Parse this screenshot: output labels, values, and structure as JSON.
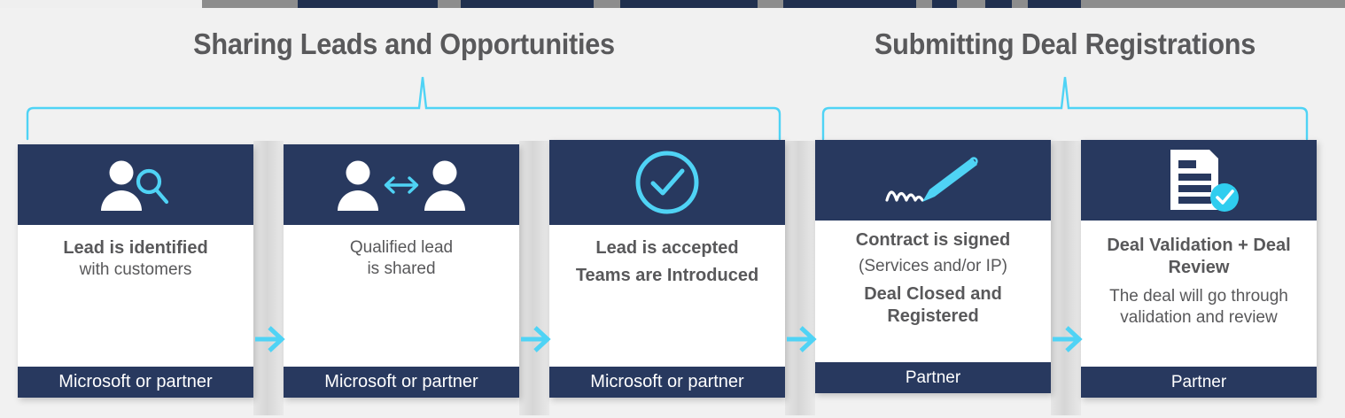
{
  "palette": {
    "navy": "#28395f",
    "cyan": "#4fd3f5",
    "title_gray": "#59595b",
    "text_gray": "#58585a",
    "card_bg": "#ffffff",
    "page_bg": "#f1f1f1"
  },
  "groups": [
    {
      "id": "sharing",
      "title": "Sharing Leads and Opportunities"
    },
    {
      "id": "submitting",
      "title": "Submitting Deal Registrations"
    }
  ],
  "cards": [
    {
      "id": "lead-identified",
      "icon": "person-search-icon",
      "lines": [
        {
          "text": "Lead is identified",
          "weight": "strong"
        },
        {
          "text": "with customers",
          "weight": "light"
        }
      ],
      "footer": "Microsoft or partner"
    },
    {
      "id": "qualified-lead-shared",
      "icon": "two-people-exchange-icon",
      "lines": [
        {
          "text": "Qualified lead",
          "weight": "light"
        },
        {
          "text": "is shared",
          "weight": "light"
        }
      ],
      "footer": "Microsoft or partner"
    },
    {
      "id": "lead-accepted",
      "icon": "check-circle-icon",
      "lines": [
        {
          "text": "Lead is accepted",
          "weight": "strong"
        },
        {
          "text": "Teams are Introduced",
          "weight": "strong"
        }
      ],
      "footer": "Microsoft or partner"
    },
    {
      "id": "contract-signed",
      "icon": "signature-pen-icon",
      "lines": [
        {
          "text": "Contract is signed",
          "weight": "strong"
        },
        {
          "text": "(Services and/or IP)",
          "weight": "light"
        },
        {
          "text": "Deal Closed and",
          "weight": "strong"
        },
        {
          "text": "Registered",
          "weight": "strong"
        }
      ],
      "footer": "Partner"
    },
    {
      "id": "deal-validation-review",
      "icon": "document-approved-icon",
      "lines": [
        {
          "text": "Deal Validation + Deal",
          "weight": "strong"
        },
        {
          "text": "Review",
          "weight": "strong"
        },
        {
          "text": "The deal will go through",
          "weight": "light"
        },
        {
          "text": "validation and review",
          "weight": "light"
        }
      ],
      "footer": "Partner"
    }
  ],
  "connectors": [
    {
      "id": "arrow-1-2",
      "icon": "arrow-right-icon"
    },
    {
      "id": "arrow-2-3",
      "icon": "arrow-right-icon"
    },
    {
      "id": "arrow-3-4",
      "icon": "arrow-right-icon"
    },
    {
      "id": "arrow-4-5",
      "icon": "arrow-right-icon"
    }
  ]
}
